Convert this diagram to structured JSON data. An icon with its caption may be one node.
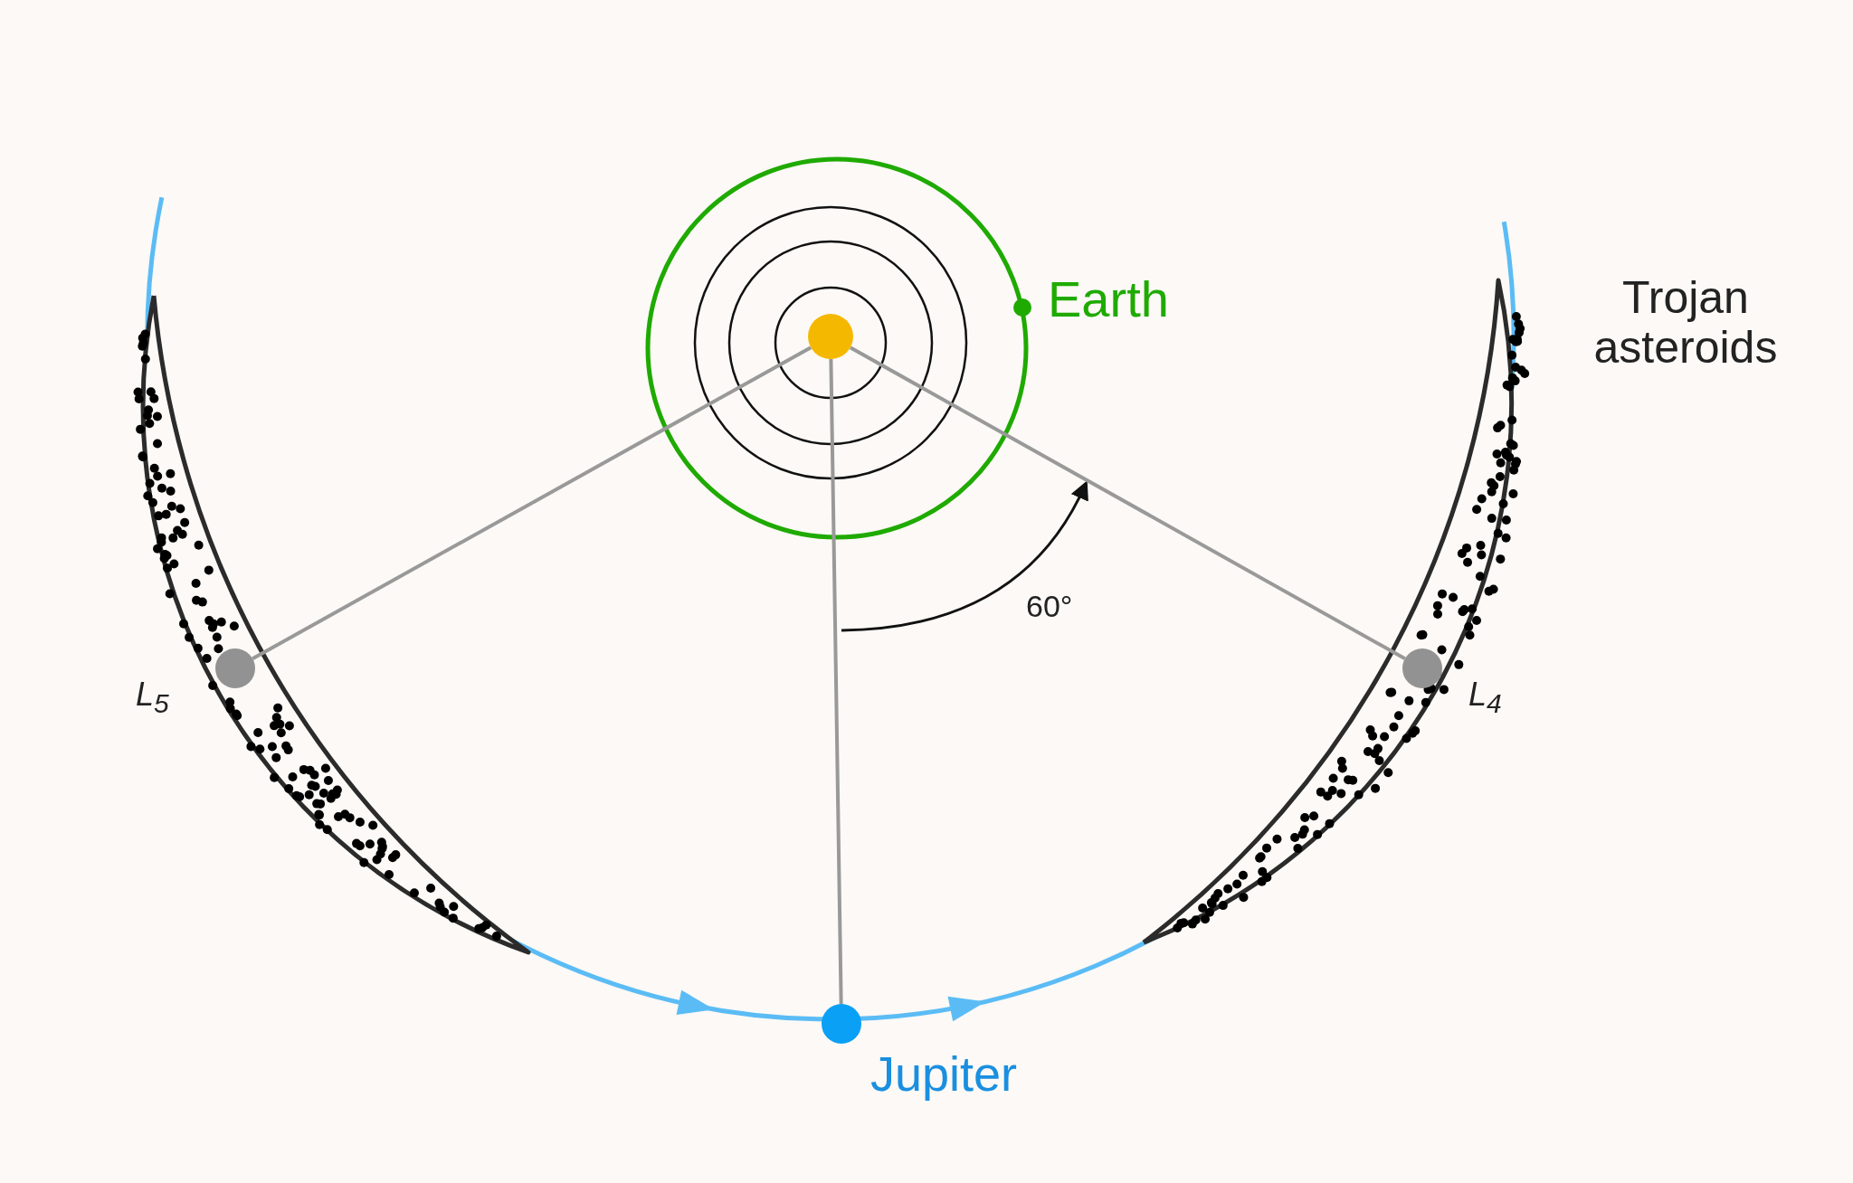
{
  "diagram": {
    "nodes": [
      {
        "text": [],
        "shape": "circle"
      },
      {
        "text": [],
        "shape": "circle",
        "beside": [
          "Earth"
        ]
      },
      {
        "text": [],
        "shape": "circle",
        "beside": [
          "L$_{5}$"
        ]
      },
      {
        "text": [],
        "shape": "circle",
        "beside": [
          "L$_{4}$"
        ]
      },
      {
        "text": [],
        "shape": "circle",
        "beside": [
          "Jupiter"
        ]
      }
    ],
    "edges": [
      {
        "from": 0,
        "to": 2,
        "arrow": "none"
      },
      {
        "from": 0,
        "to": 4,
        "arrow": "none"
      },
      {
        "from": 0,
        "to": 3,
        "arrow": "none"
      }
    ],
    "labels": [
      "Trojan asteroids",
      "60°"
    ]
  }
}
